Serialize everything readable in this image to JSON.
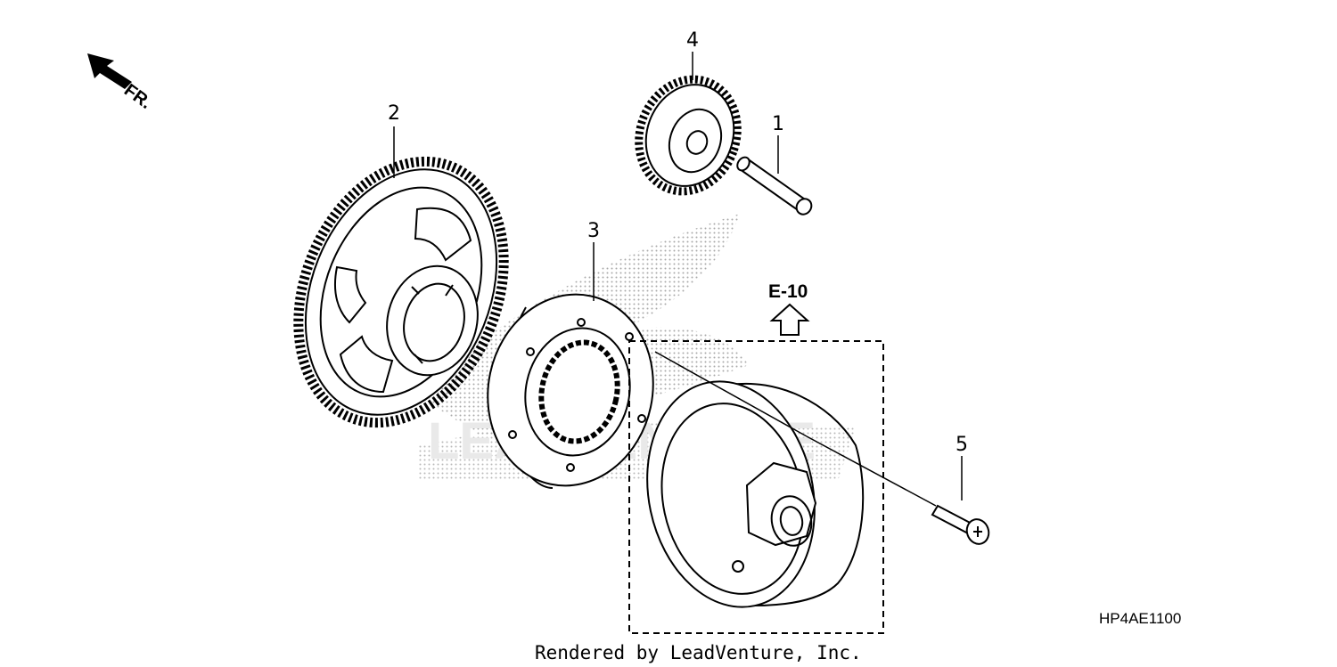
{
  "diagram": {
    "direction_label": "FR.",
    "reference_label": "E-10",
    "diagram_code": "HP4AE1100",
    "credit": "Rendered by LeadVenture, Inc.",
    "watermark": "LEADVENTURE"
  },
  "callouts": [
    {
      "number": "1",
      "part": "shaft"
    },
    {
      "number": "2",
      "part": "driven gear"
    },
    {
      "number": "3",
      "part": "one-way clutch"
    },
    {
      "number": "4",
      "part": "idle gear"
    },
    {
      "number": "5",
      "part": "bolt"
    }
  ],
  "colors": {
    "line": "#000000",
    "background": "#ffffff",
    "watermark": "#bdbdbd"
  }
}
